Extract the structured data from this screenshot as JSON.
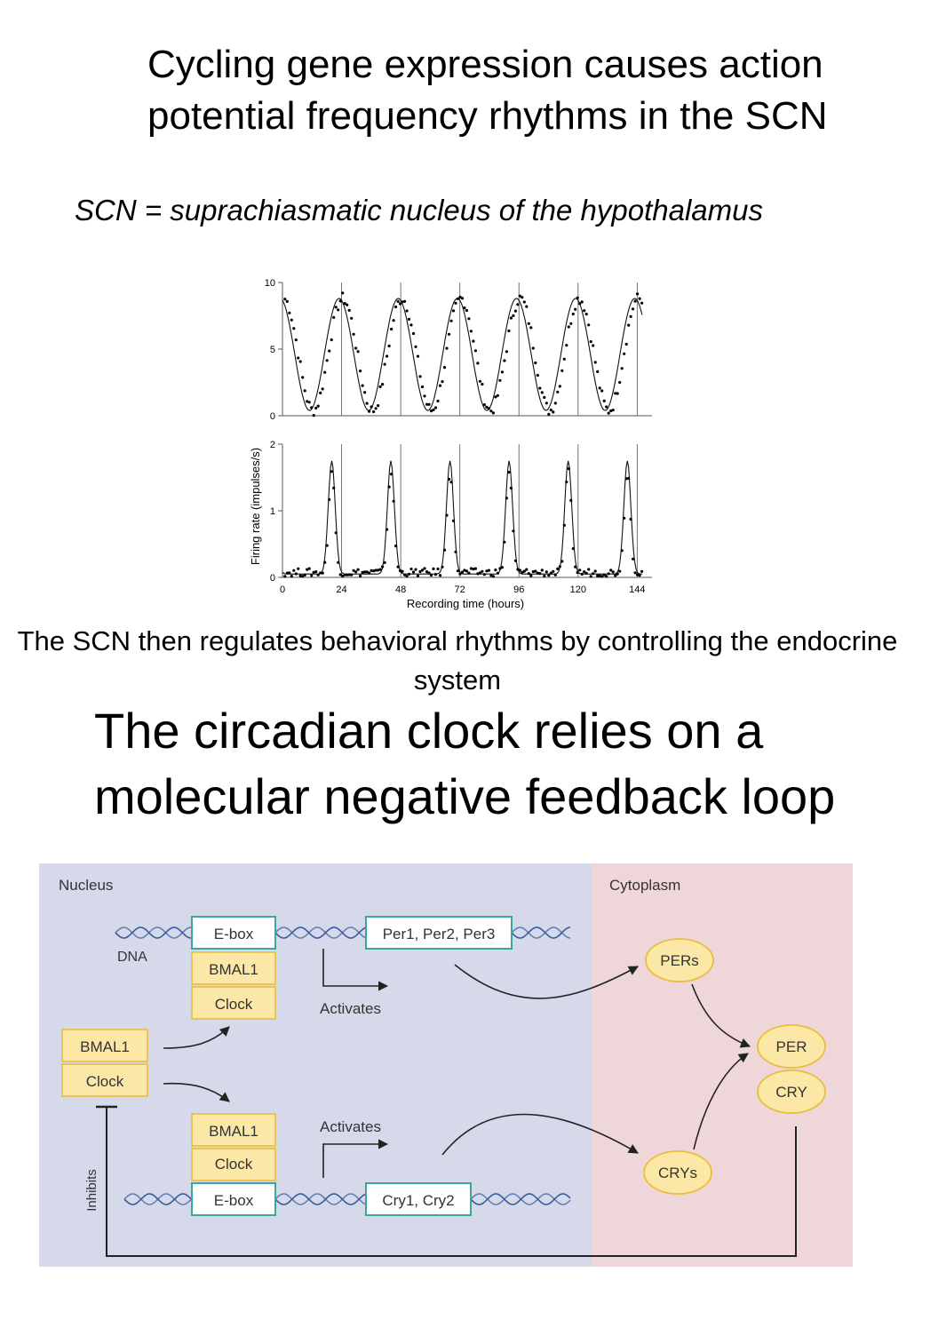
{
  "title1": "Cycling gene expression causes action potential frequency rhythms in the SCN",
  "subtitle": "SCN = suprachiasmatic nucleus of the hypothalamus",
  "caption": "The SCN then regulates behavioral rhythms by controlling the endocrine system",
  "title2": "The circadian clock relies on a molecular negative feedback loop",
  "plot": {
    "ylabel": "Firing rate (impulses/s)",
    "xlabel": "Recording time (hours)",
    "x_ticks": [
      "0",
      "24",
      "48",
      "72",
      "96",
      "120",
      "144"
    ],
    "top_y_ticks": [
      "0",
      "5",
      "10"
    ],
    "bottom_y_ticks": [
      "0",
      "1",
      "2"
    ]
  },
  "chart_data": {
    "type": "line",
    "xlabel": "Recording time (hours)",
    "ylabel": "Firing rate (impulses/s)",
    "x_range": [
      0,
      150
    ],
    "panels": [
      {
        "ylim": [
          0,
          10
        ],
        "period_h": 24,
        "min_value": 0.4,
        "max_value": 8.8,
        "first_peak_h": 23
      },
      {
        "ylim": [
          0,
          2
        ],
        "period_h": 24,
        "baseline": 0.05,
        "peak_value": 1.75,
        "first_peak_h": 20
      }
    ]
  },
  "diagram": {
    "nucleus": "Nucleus",
    "cytoplasm": "Cytoplasm",
    "dna": "DNA",
    "ebox": "E-box",
    "bmal1": "BMAL1",
    "clock": "Clock",
    "per_genes": "Per1, Per2, Per3",
    "cry_genes": "Cry1, Cry2",
    "activates": "Activates",
    "pers": "PERs",
    "crys": "CRYs",
    "per": "PER",
    "cry": "CRY",
    "inhibits": "Inhibits",
    "colors": {
      "nucleus_bg": "#d6d9ea",
      "cytoplasm_bg": "#efd7d9",
      "gene_box": "#3aa79b",
      "protein_fill": "#fbe7a6",
      "protein_stroke": "#e9bd3e",
      "dna": "#3a5aa0"
    }
  }
}
